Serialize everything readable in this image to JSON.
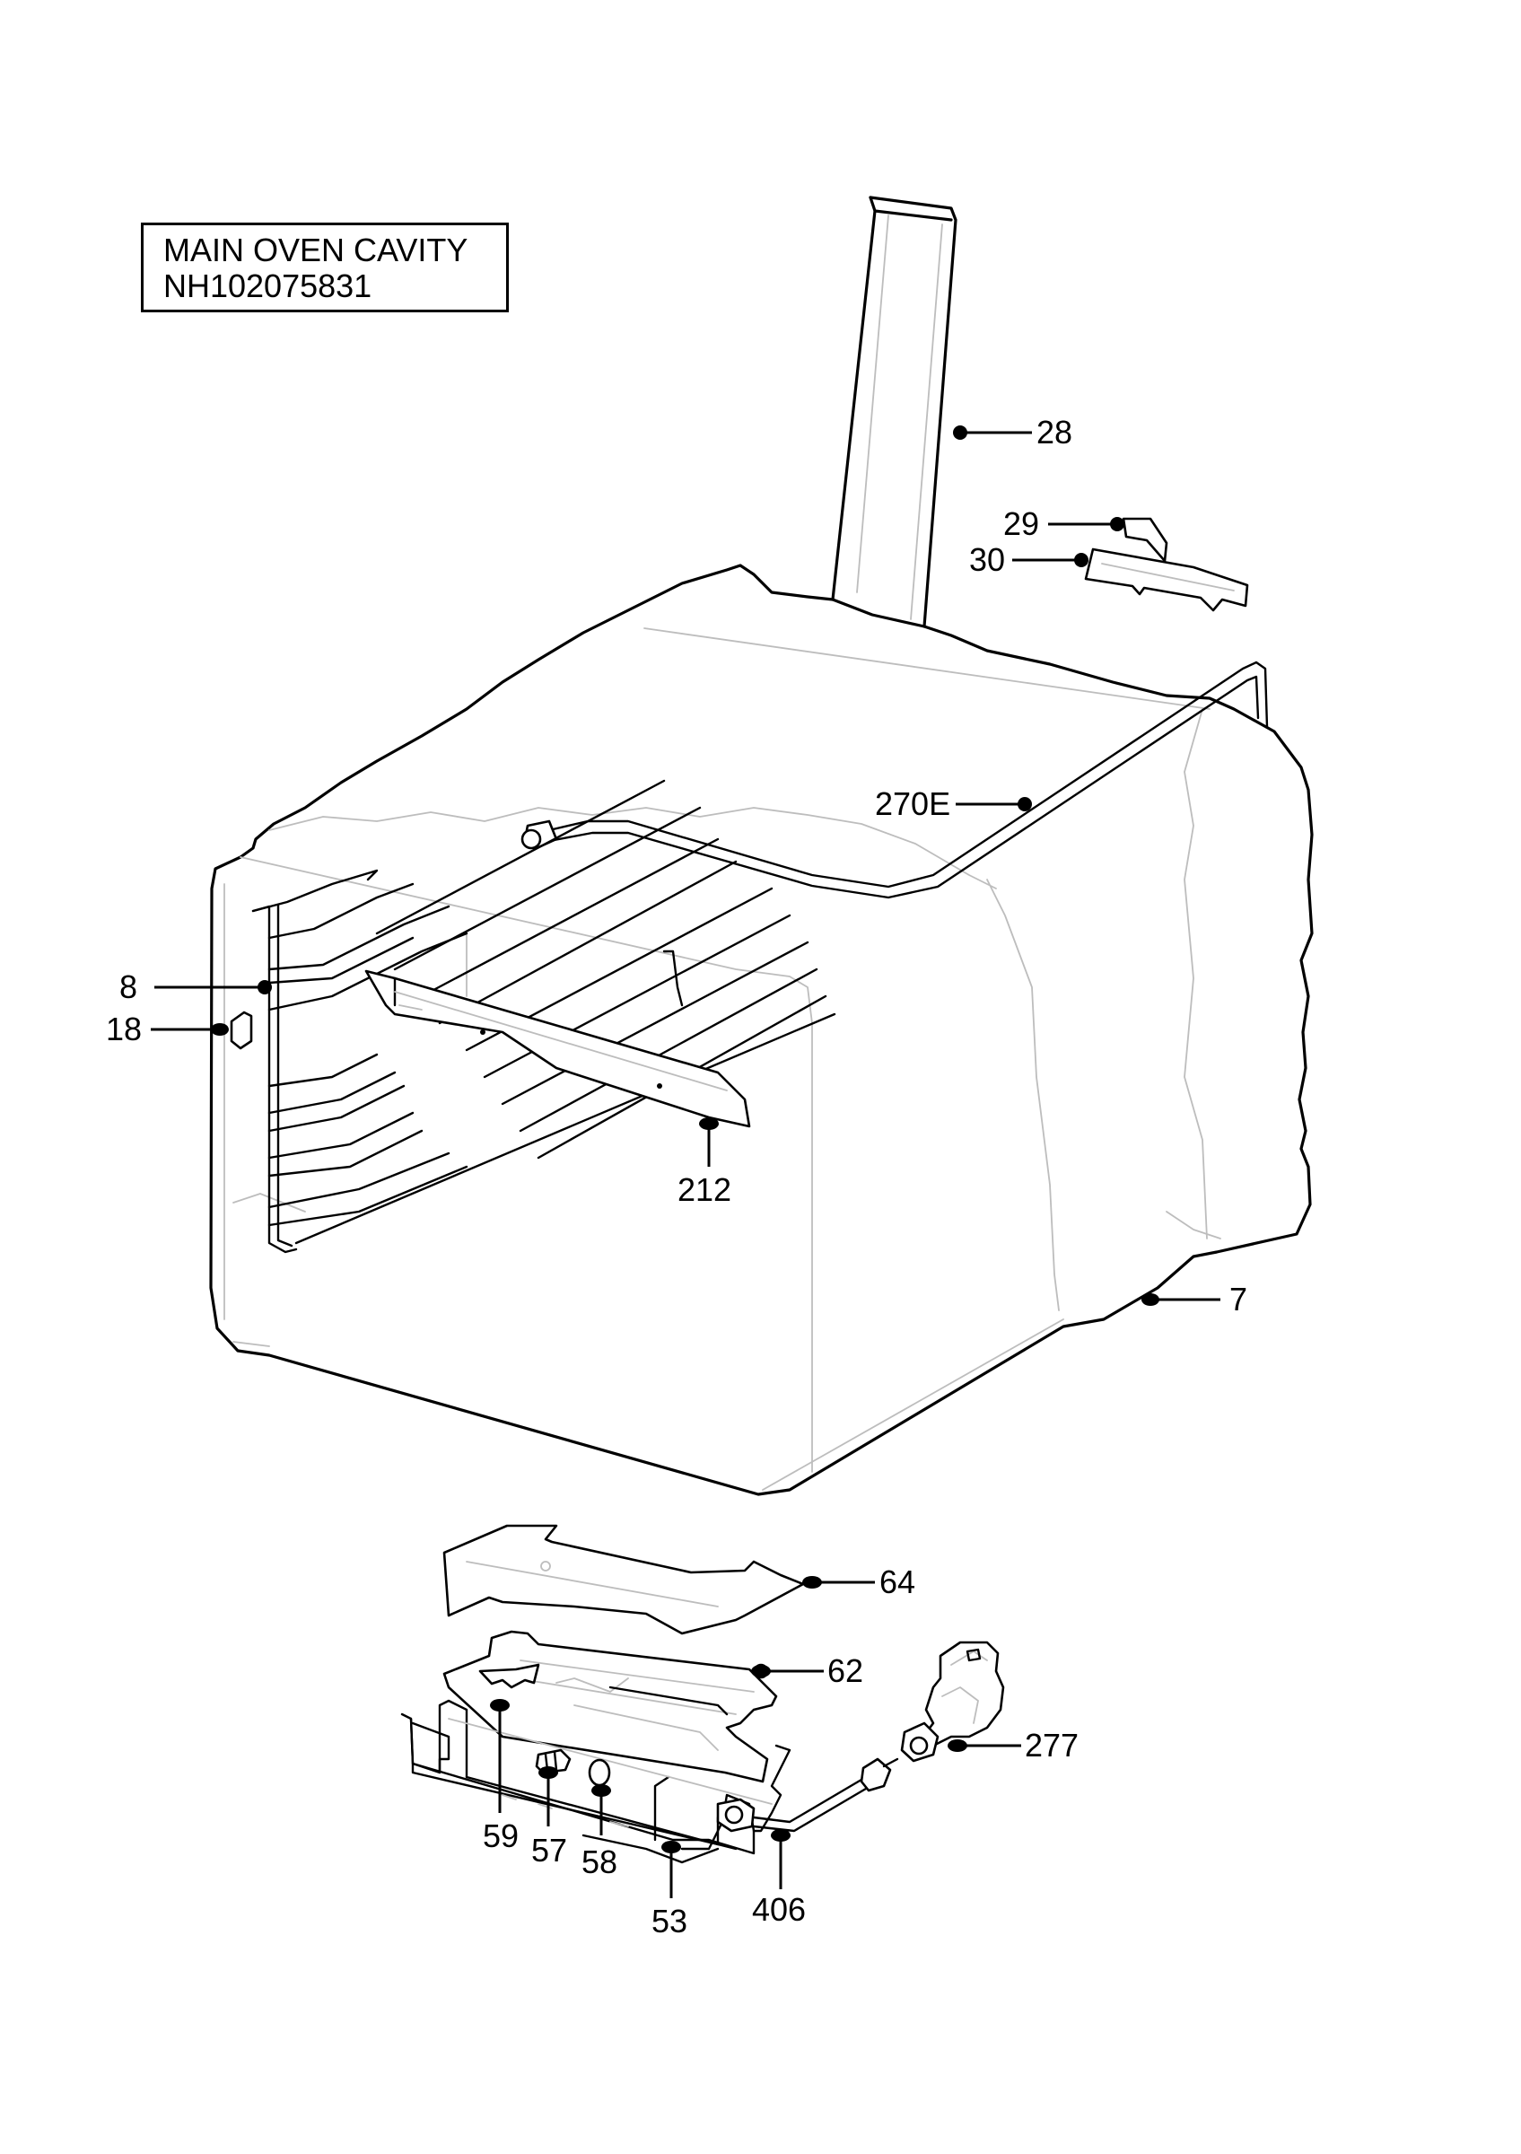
{
  "title": {
    "line1": "MAIN OVEN CAVITY",
    "line2": "NH102075831"
  },
  "parts": [
    {
      "id": "28",
      "label": "28"
    },
    {
      "id": "29",
      "label": "29"
    },
    {
      "id": "30",
      "label": "30"
    },
    {
      "id": "270E",
      "label": "270E"
    },
    {
      "id": "8",
      "label": "8"
    },
    {
      "id": "18",
      "label": "18"
    },
    {
      "id": "212",
      "label": "212"
    },
    {
      "id": "7",
      "label": "7"
    },
    {
      "id": "64",
      "label": "64"
    },
    {
      "id": "62",
      "label": "62"
    },
    {
      "id": "277",
      "label": "277"
    },
    {
      "id": "59",
      "label": "59"
    },
    {
      "id": "57",
      "label": "57"
    },
    {
      "id": "58",
      "label": "58"
    },
    {
      "id": "53",
      "label": "53"
    },
    {
      "id": "406",
      "label": "406"
    }
  ]
}
